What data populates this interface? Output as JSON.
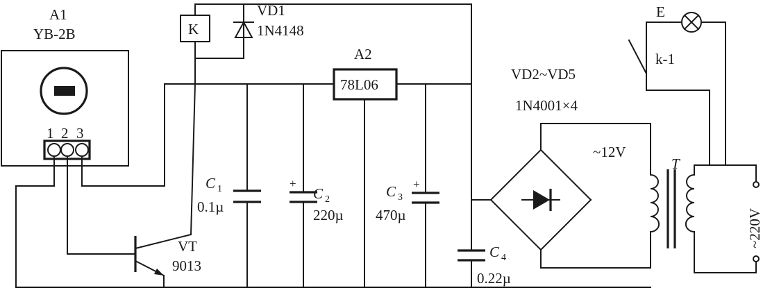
{
  "sensor": {
    "ref": "A1",
    "part": "YB-2B",
    "pin1": "1",
    "pin2": "2",
    "pin3": "3"
  },
  "relay": {
    "coil_label": "K",
    "contact_label": "k-1"
  },
  "diode_vd1": {
    "ref": "VD1",
    "part": "1N4148"
  },
  "regulator": {
    "ref": "A2",
    "part": "78L06"
  },
  "capacitors": [
    {
      "name": "C",
      "sub": "1",
      "value": "0.1µ",
      "polarized": false
    },
    {
      "name": "C",
      "sub": "2",
      "value": "220µ",
      "polarized": true
    },
    {
      "name": "C",
      "sub": "3",
      "value": "470µ",
      "polarized": true
    },
    {
      "name": "C",
      "sub": "4",
      "value": "0.22µ",
      "polarized": false
    }
  ],
  "plus_sign": "+",
  "transistor": {
    "ref": "VT",
    "part": "9013"
  },
  "bridge": {
    "ref": "VD2~VD5",
    "part": "1N4001×4"
  },
  "transformer": {
    "ref": "T",
    "secondary_voltage": "~12V",
    "mains_voltage": "~220V"
  },
  "lamp": {
    "ref": "E"
  }
}
